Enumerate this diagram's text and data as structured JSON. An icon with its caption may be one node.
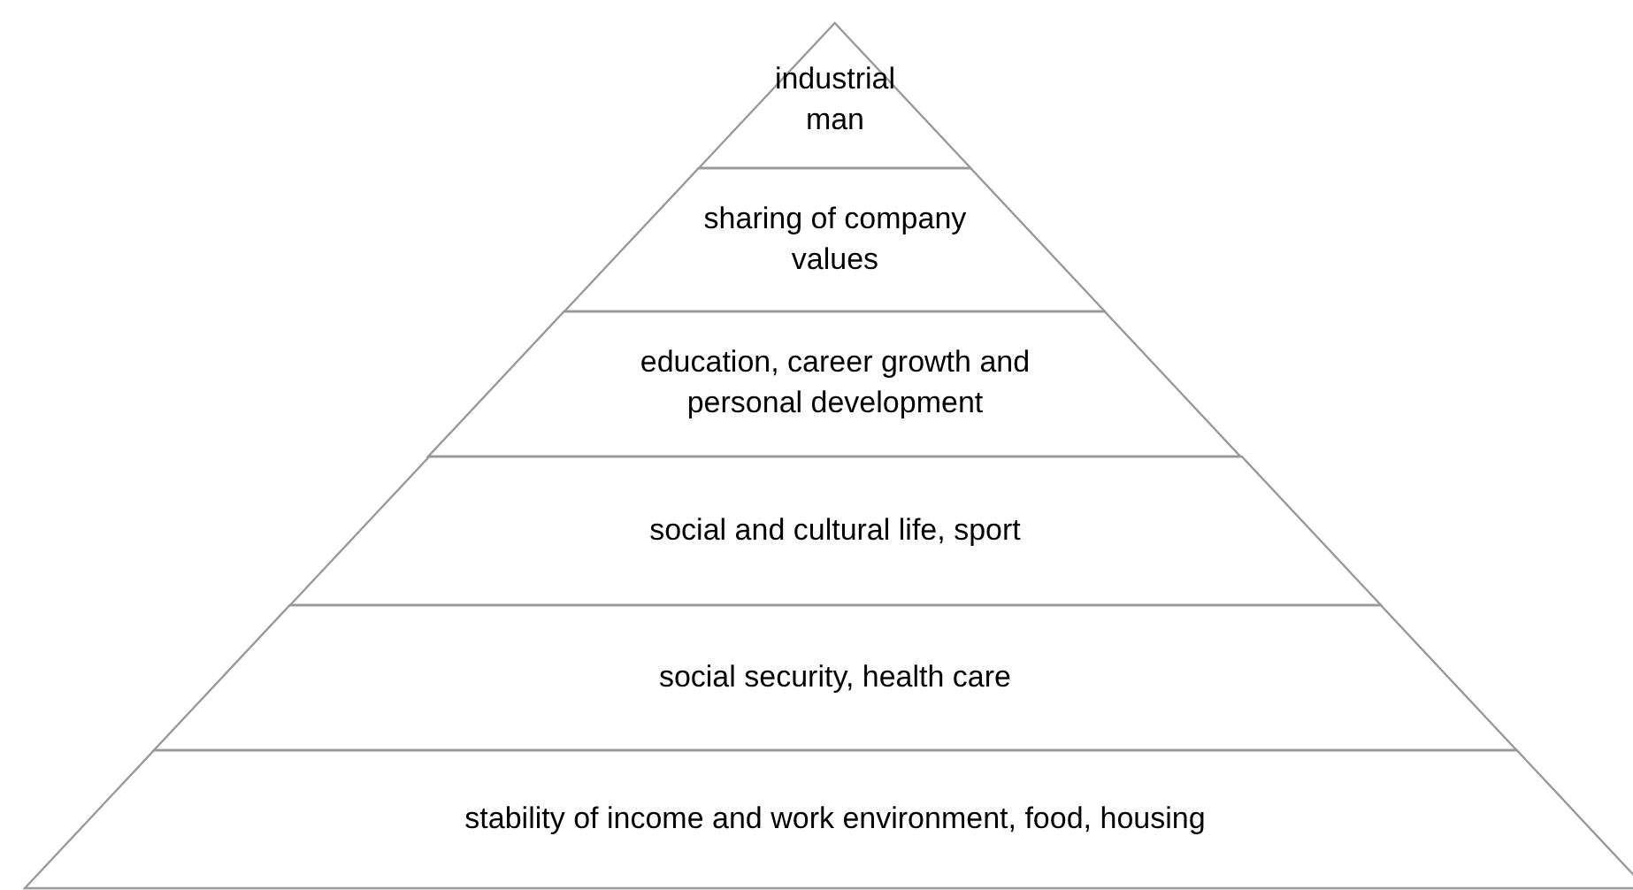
{
  "diagram": {
    "nodes": [
      {
        "text": [
          "industrial man"
        ]
      },
      {
        "text": [
          "sharing of company values"
        ]
      },
      {
        "text": [
          "education, career growth and personal development"
        ]
      },
      {
        "text": [
          "social and cultural life, sport"
        ]
      },
      {
        "text": [
          "social security, health care"
        ]
      },
      {
        "text": [
          "stability of income and work environment, food, housing"
        ]
      }
    ]
  }
}
